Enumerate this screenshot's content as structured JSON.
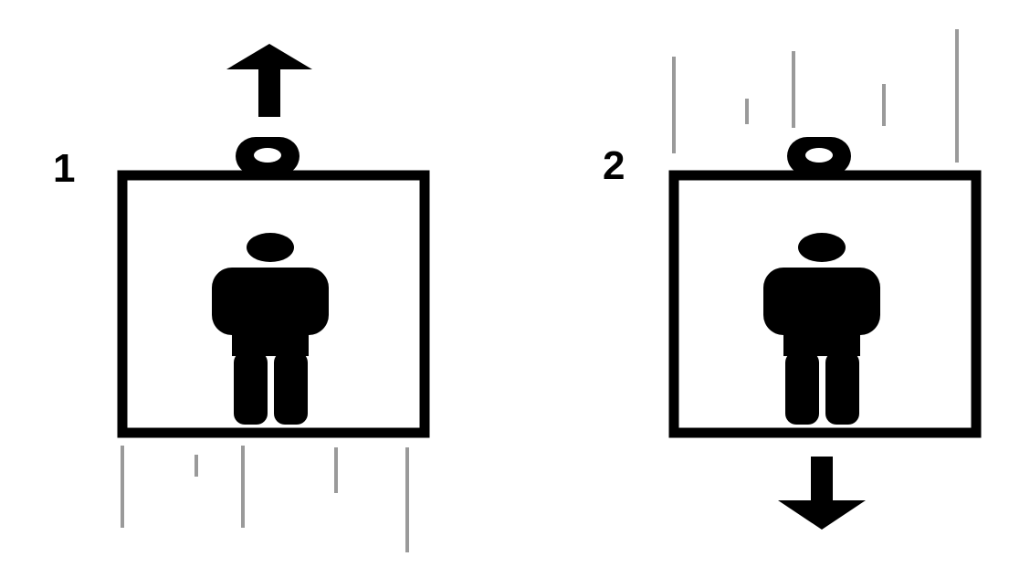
{
  "panels": [
    {
      "label": "1",
      "direction": "up"
    },
    {
      "label": "2",
      "direction": "down"
    }
  ],
  "colors": {
    "ink": "#000000",
    "motion_lines": "#9a9a9a",
    "background": "#ffffff"
  },
  "icons": [
    "elevator-car-icon",
    "person-icon",
    "arrow-up-icon",
    "arrow-down-icon",
    "cable-hook-icon"
  ]
}
